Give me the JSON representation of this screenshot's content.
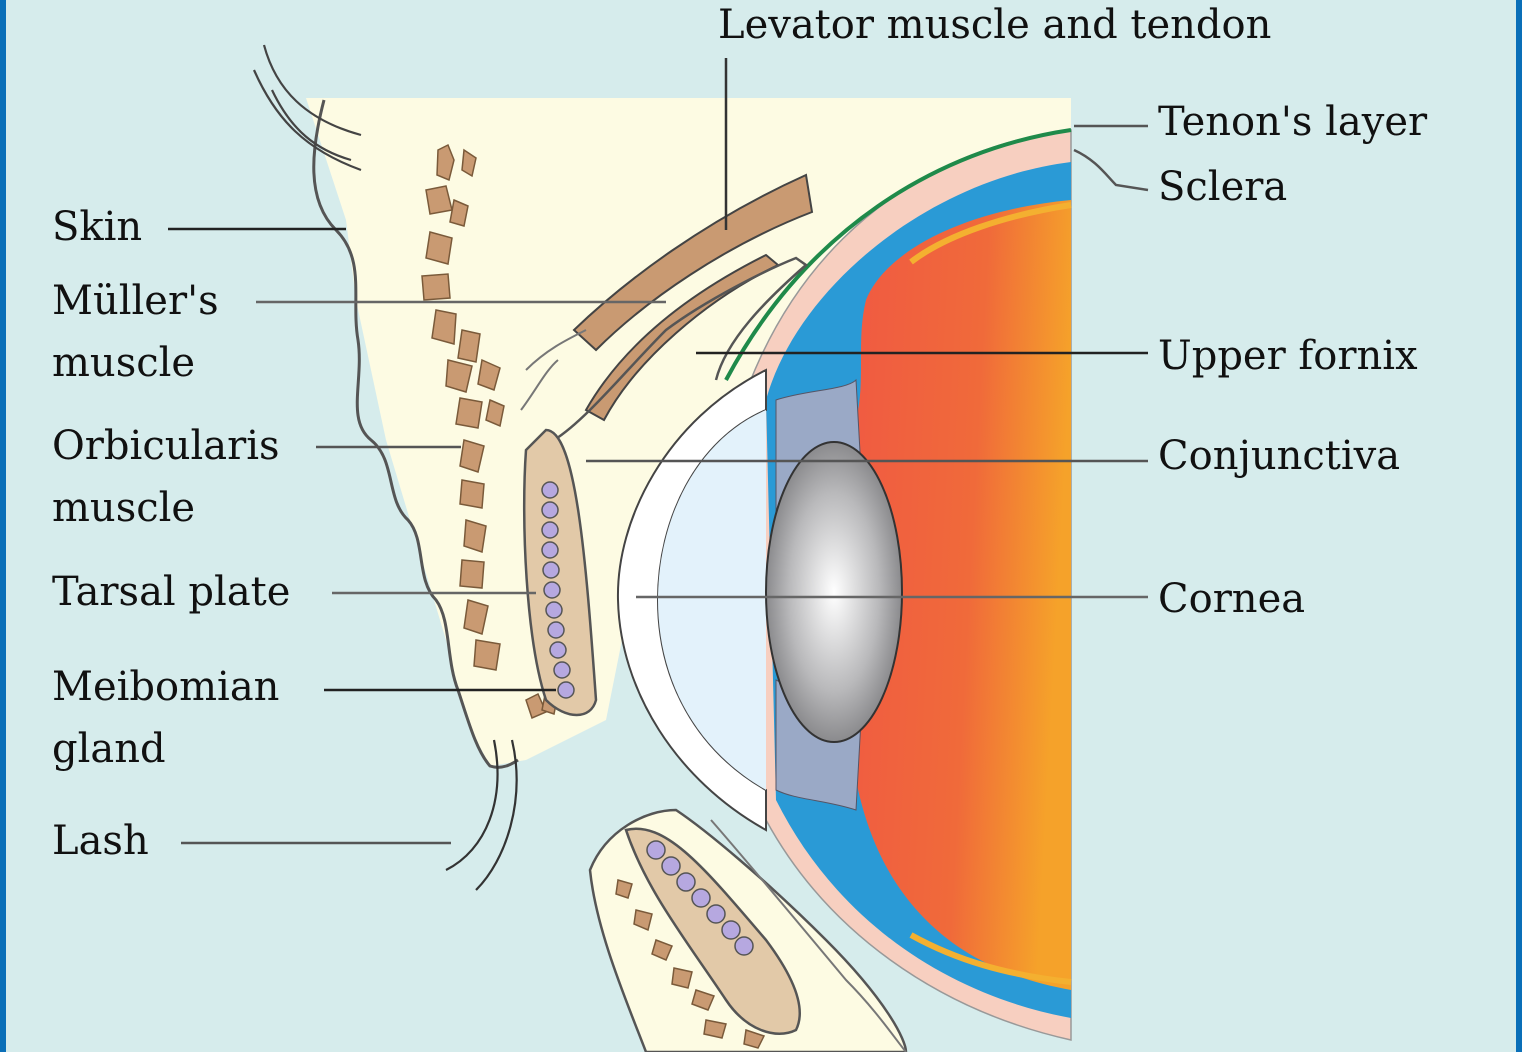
{
  "labels": {
    "levator": "Levator muscle and tendon",
    "tenon": "Tenon's layer",
    "sclera": "Sclera",
    "skin": "Skin",
    "muller": "Müller's\nmuscle",
    "upper_fornix": "Upper fornix",
    "orbicularis": "Orbicularis\nmuscle",
    "conjunctiva": "Conjunctiva",
    "tarsal_plate": "Tarsal plate",
    "cornea": "Cornea",
    "meibomian": "Meibomian\ngland",
    "lash": "Lash"
  },
  "colors": {
    "frame": "#0a6fb8",
    "background": "#d6ecec",
    "lid_tissue": "#fdfbe3",
    "muscle": "#c99a72",
    "sclera": "#f7cfc0",
    "ciliary": "#2a9ad6",
    "retina": "#f06040",
    "tenon": "#1f8a4a",
    "cornea": "#e3f2fb",
    "meibomian": "#b6a8e0",
    "choroid": "#f4b030"
  }
}
